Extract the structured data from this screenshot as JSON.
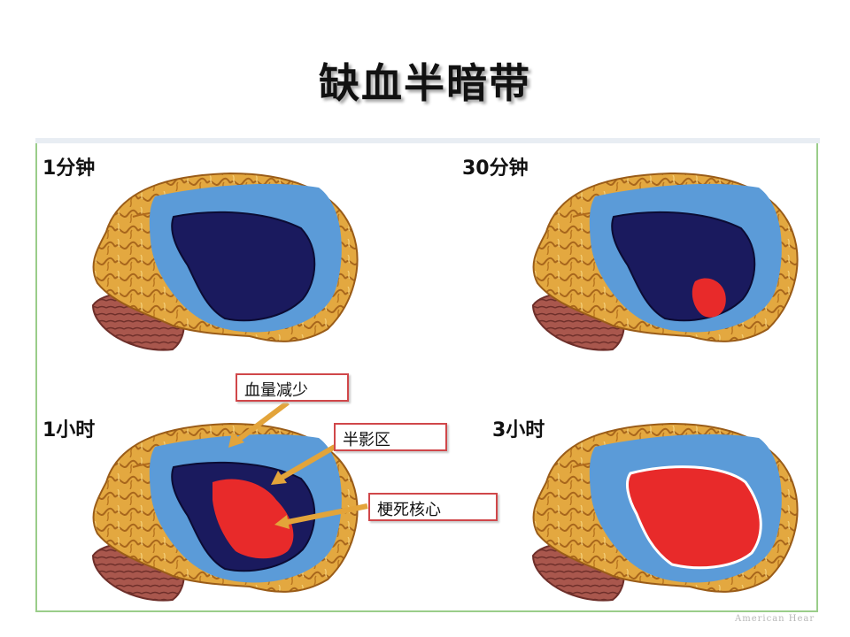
{
  "title": "缺血半暗带",
  "panels": [
    {
      "label": "1分钟"
    },
    {
      "label": "30分钟"
    },
    {
      "label": "1小时"
    },
    {
      "label": "3小时"
    }
  ],
  "callouts": [
    {
      "text": "血量减少"
    },
    {
      "text": "半影区"
    },
    {
      "text": "梗死核心"
    }
  ],
  "watermark": "American Hear",
  "colors": {
    "brain": "#e0a23a",
    "cerebellum": "#a9574d",
    "reduced_flow": "#5b9bd8",
    "penumbra": "#1a1a5e",
    "core": "#e82a2a",
    "arrow": "#e3a43a"
  }
}
